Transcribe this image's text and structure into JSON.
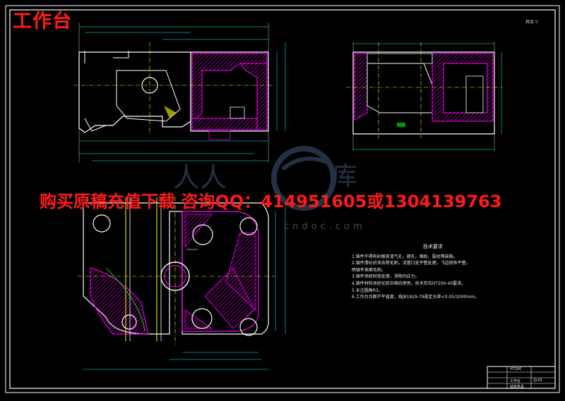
{
  "document": {
    "title": "工作台",
    "banner": "购买原稿充值下载 咨询QQ：414951605或1304139763",
    "watermark_url": "cndoc.com"
  },
  "sheet": {
    "corner_note": "其余 ▽"
  },
  "technical_requirements": {
    "title": "技术要求",
    "lines": [
      "1.铸件不得有砂眼夹渣气孔，疏孔、缩松、裂纹等缺陷。",
      "2.铸件清砂后须去除毛刺，浇冒口处平整处理，飞边修饰平整。",
      "  喷铸件表面毛刺。",
      "3.铸件须经时效处理，消除内应力。",
      "4.铸件材料须经化验合格后使用，技术符合HT200-40要求。",
      "5.未注圆角R3。",
      "6.工作台台面不平直度，按JB1929-79规定允差<0.05/1000mm。"
    ]
  },
  "title_block": {
    "material": "HT200",
    "name": "工作台",
    "project": "钻床夹具",
    "drawing_no": "ZJ-01"
  },
  "colors": {
    "background": "#000000",
    "outline": "#ffffff",
    "section": "#ff00ff",
    "hatch": "#ff00ff",
    "centerline": "#ffff00",
    "dimension": "#00ffff",
    "overlay": "#ff1a1a",
    "watermark": "#3f5a7a"
  }
}
